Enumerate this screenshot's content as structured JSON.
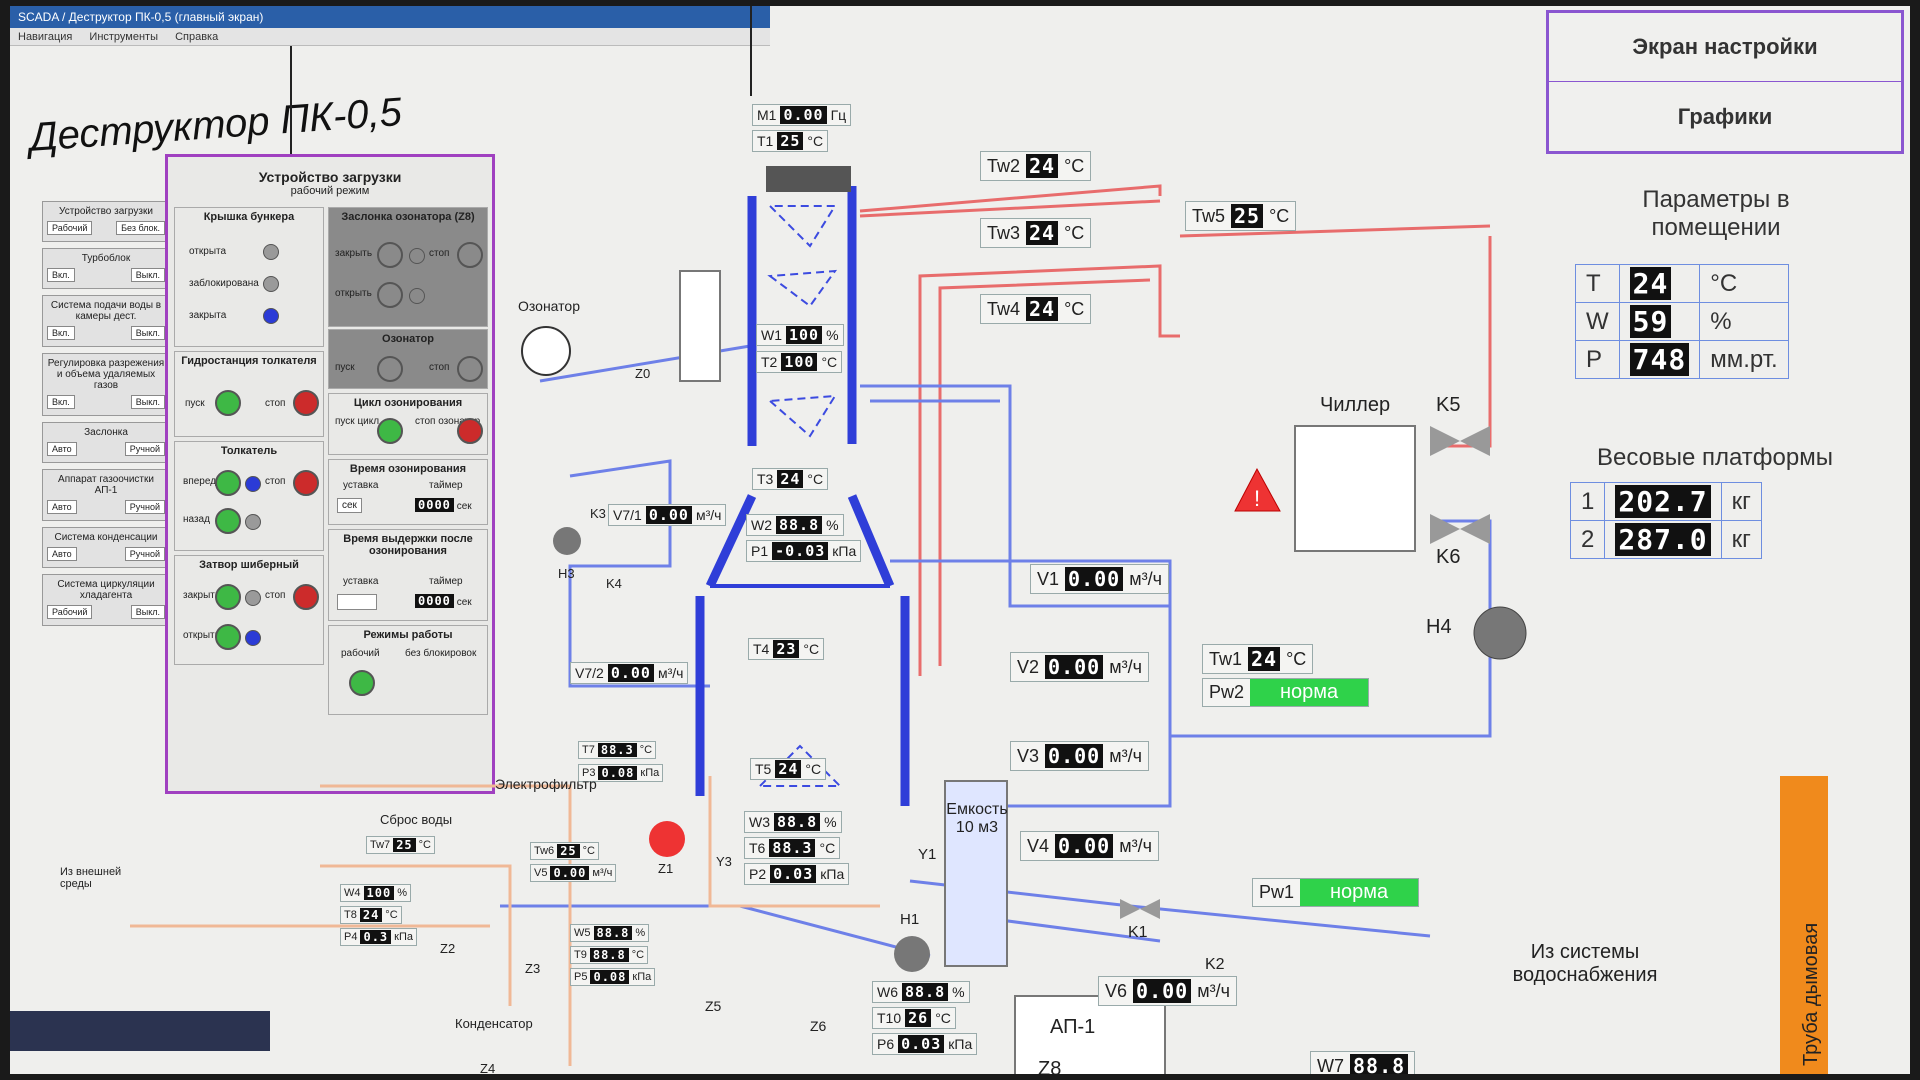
{
  "window": {
    "title": "SCADA / Деструктор ПК-0,5 (главный экран)",
    "menu": [
      "Навигация",
      "Инструменты",
      "Справка"
    ]
  },
  "app_title": "Деструктор ПК-0,5",
  "nav_buttons": {
    "settings": "Экран настройки",
    "charts": "Графики"
  },
  "sidebar": [
    {
      "title": "Устройство загрузки",
      "left": "Рабочий",
      "right": "Без блок."
    },
    {
      "title": "Турбоблок",
      "left": "Вкл.",
      "right": "Выкл."
    },
    {
      "title": "Система подачи воды в камеры дест.",
      "left": "Вкл.",
      "right": "Выкл."
    },
    {
      "title": "Регулировка разрежения и объема удаляемых газов",
      "left": "Вкл.",
      "right": "Выкл."
    },
    {
      "title": "Заслонка",
      "left": "Авто",
      "right": "Ручной"
    },
    {
      "title": "Аппарат газоочистки АП-1",
      "left": "Авто",
      "right": "Ручной"
    },
    {
      "title": "Система конденсации",
      "left": "Авто",
      "right": "Ручной"
    },
    {
      "title": "Система циркуляции хладагента",
      "left": "Рабочий",
      "right": "Выкл."
    }
  ],
  "control_panel": {
    "title": "Устройство загрузки",
    "subtitle": "рабочий режим",
    "bunker_lid": {
      "title": "Крышка бункера",
      "states": [
        "открыта",
        "заблокирована",
        "закрыта"
      ]
    },
    "ozonator_valve": {
      "title": "Заслонка озонатора (Z8)",
      "close": "закрыть",
      "open": "открыть",
      "stop": "стоп"
    },
    "ozonator": {
      "title": "Озонатор",
      "start": "пуск",
      "stop": "стоп"
    },
    "hydro": {
      "title": "Гидростанция толкателя",
      "start": "пуск",
      "stop": "стоп"
    },
    "ozone_cycle": {
      "title": "Цикл озонирования",
      "start": "пуск цикл",
      "stop": "стоп озонатор"
    },
    "ozone_time": {
      "title": "Время озонирования",
      "setpoint": "уставка",
      "timer": "таймер",
      "value": "0000",
      "unit_set": "сек",
      "unit": "сек"
    },
    "pusher": {
      "title": "Толкатель",
      "forward": "вперед",
      "back": "назад",
      "stop": "стоп"
    },
    "hold_time": {
      "title": "Время выдержки после озонирования",
      "setpoint": "уставка",
      "timer": "таймер",
      "value": "0000",
      "unit": "сек"
    },
    "gate": {
      "title": "Затвор шиберный",
      "close": "закрыть",
      "open": "открыть",
      "stop": "стоп"
    },
    "modes": {
      "title": "Режимы работы",
      "work": "рабочий",
      "noblock": "без блокировок"
    }
  },
  "process": {
    "M1": {
      "label": "M1",
      "value": "0.00",
      "unit": "Гц"
    },
    "T1": {
      "label": "T1",
      "value": "25",
      "unit": "°C"
    },
    "W1": {
      "label": "W1",
      "value": "100",
      "unit": "%"
    },
    "T2": {
      "label": "T2",
      "value": "100",
      "unit": "°C"
    },
    "T3": {
      "label": "T3",
      "value": "24",
      "unit": "°C"
    },
    "W2": {
      "label": "W2",
      "value": "88.8",
      "unit": "%"
    },
    "P1": {
      "label": "P1",
      "value": "-0.03",
      "unit": "кПа"
    },
    "T4": {
      "label": "T4",
      "value": "23",
      "unit": "°C"
    },
    "T5": {
      "label": "T5",
      "value": "24",
      "unit": "°C"
    },
    "T7": {
      "label": "T7",
      "value": "88.3",
      "unit": "°C"
    },
    "P3": {
      "label": "P3",
      "value": "0.08",
      "unit": "кПа"
    },
    "W3": {
      "label": "W3",
      "value": "88.8",
      "unit": "%"
    },
    "T6": {
      "label": "T6",
      "value": "88.3",
      "unit": "°C"
    },
    "P2": {
      "label": "P2",
      "value": "0.03",
      "unit": "кПа"
    },
    "Tw2": {
      "label": "Tw2",
      "value": "24",
      "unit": "°C"
    },
    "Tw3": {
      "label": "Tw3",
      "value": "24",
      "unit": "°C"
    },
    "Tw4": {
      "label": "Tw4",
      "value": "24",
      "unit": "°C"
    },
    "Tw5": {
      "label": "Tw5",
      "value": "25",
      "unit": "°C"
    },
    "Tw1": {
      "label": "Tw1",
      "value": "24",
      "unit": "°C"
    },
    "Tw6": {
      "label": "Tw6",
      "value": "25",
      "unit": "°C"
    },
    "Tw7": {
      "label": "Tw7",
      "value": "25",
      "unit": "°C"
    },
    "V5": {
      "label": "V5",
      "value": "0.00",
      "unit": "м³/ч"
    },
    "V7_1": {
      "label": "V7/1",
      "value": "0.00",
      "unit": "м³/ч"
    },
    "V7_2": {
      "label": "V7/2",
      "value": "0.00",
      "unit": "м³/ч"
    },
    "V1": {
      "label": "V1",
      "value": "0.00",
      "unit": "м³/ч"
    },
    "V2": {
      "label": "V2",
      "value": "0.00",
      "unit": "м³/ч"
    },
    "V3": {
      "label": "V3",
      "value": "0.00",
      "unit": "м³/ч"
    },
    "V4": {
      "label": "V4",
      "value": "0.00",
      "unit": "м³/ч"
    },
    "V6": {
      "label": "V6",
      "value": "0.00",
      "unit": "м³/ч"
    },
    "W5": {
      "label": "W5",
      "value": "88.8",
      "unit": "%"
    },
    "T9": {
      "label": "T9",
      "value": "88.8",
      "unit": "°C"
    },
    "P5": {
      "label": "P5",
      "value": "0.08",
      "unit": "кПа"
    },
    "W6": {
      "label": "W6",
      "value": "88.8",
      "unit": "%"
    },
    "T10": {
      "label": "T10",
      "value": "26",
      "unit": "°C"
    },
    "P6": {
      "label": "P6",
      "value": "0.03",
      "unit": "кПа"
    },
    "W4": {
      "label": "W4",
      "value": "100",
      "unit": "%"
    },
    "T8": {
      "label": "T8",
      "value": "24",
      "unit": "°C"
    },
    "P4": {
      "label": "P4",
      "value": "0.3",
      "unit": "кПа"
    },
    "W7": {
      "label": "W7",
      "value": "88.8"
    },
    "Pw1": {
      "label": "Pw1",
      "status": "норма"
    },
    "Pw2": {
      "label": "Pw2",
      "status": "норма"
    }
  },
  "labels": {
    "ozonator": "Озонатор",
    "chiller": "Чиллер",
    "tank": "Емкость 10 м3",
    "electrofilter": "Электрофильтр",
    "water_dump": "Сброс воды",
    "condenser": "Конденсатор",
    "water_supply": "Из системы водоснабжения",
    "chimney": "Труба дымовая",
    "ap1": "АП-1",
    "ambient": "Из внешней среды",
    "valves": [
      "Z0",
      "Z1",
      "Z2",
      "Z3",
      "Z4",
      "Z5",
      "Z6",
      "Z8",
      "K1",
      "K2",
      "K3",
      "K4",
      "K5",
      "K6",
      "H1",
      "H3",
      "H4",
      "Y1",
      "Y3"
    ]
  },
  "room": {
    "title": "Параметры в помещении",
    "rows": [
      {
        "name": "T",
        "value": "24",
        "unit": "°C"
      },
      {
        "name": "W",
        "value": "59",
        "unit": "%"
      },
      {
        "name": "P",
        "value": "748",
        "unit": "мм.рт."
      }
    ]
  },
  "weights": {
    "title": "Весовые платформы",
    "rows": [
      {
        "name": "1",
        "value": "202.7",
        "unit": "кг"
      },
      {
        "name": "2",
        "value": "287.0",
        "unit": "кг"
      }
    ]
  },
  "colors": {
    "pipe_red": "#e86c6c",
    "pipe_blue": "#6e80e8",
    "pipe_orange": "#f0b896",
    "column_blue": "#2f3ed8",
    "status_green": "#2fd24a",
    "panel_border": "#a040c0",
    "chimney": "#f08a1c"
  }
}
